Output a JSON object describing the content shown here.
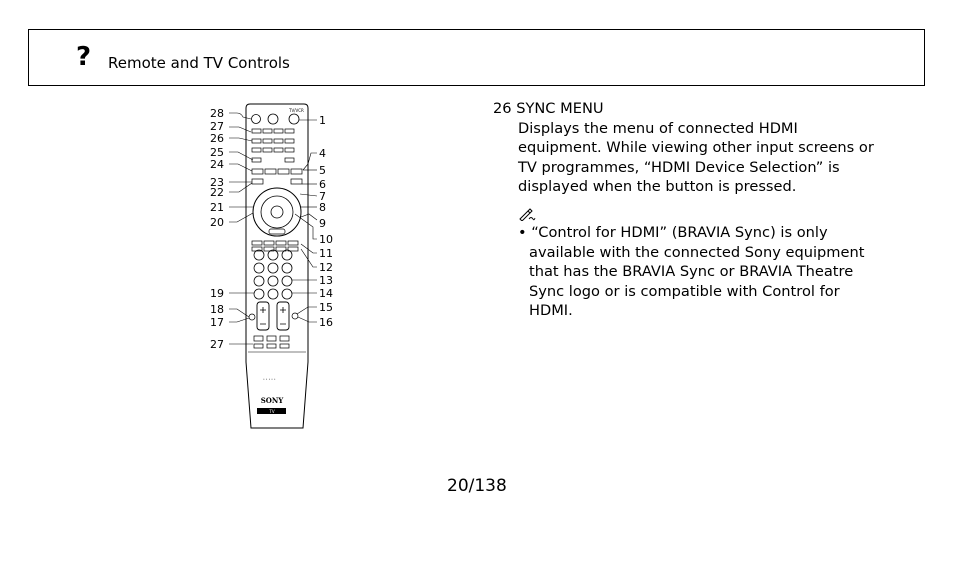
{
  "header": {
    "title": "Remote and TV Controls"
  },
  "remote": {
    "left_callouts": [
      "28",
      "27",
      "26",
      "25",
      "24",
      "23",
      "22",
      "21",
      "20",
      "19",
      "18",
      "17",
      "27"
    ],
    "right_callouts": [
      "1",
      "4",
      "5",
      "6",
      "7",
      "8",
      "9",
      "10",
      "11",
      "12",
      "13",
      "14",
      "15",
      "16"
    ],
    "top_label": "TV/VCR",
    "brand": "SONY",
    "sub_brand": "TV"
  },
  "content": {
    "item_heading": "26 SYNC MENU",
    "item_body": "Displays the menu of connected HDMI equipment. While viewing other input screens or TV programmes, “HDMI Device Selection” is displayed when the button is pressed.",
    "note_bullet": "• “Control for HDMI” (BRAVIA Sync) is only available with the connected Sony equipment that has the BRAVIA Sync or BRAVIA Theatre Sync logo or is compatible with Control for HDMI."
  },
  "page_number": "20/138"
}
